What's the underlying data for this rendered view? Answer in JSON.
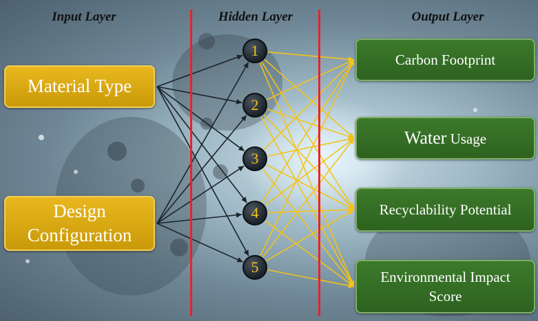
{
  "layers": {
    "input_title": "Input Layer",
    "hidden_title": "Hidden Layer",
    "output_title": "Output Layer"
  },
  "inputs": [
    {
      "label": "Material Type"
    },
    {
      "label_line1": "Design",
      "label_line2": "Configuration"
    }
  ],
  "hidden": [
    "1",
    "2",
    "3",
    "4",
    "5"
  ],
  "outputs": [
    {
      "label": "Carbon Footprint"
    },
    {
      "label_big": "Water",
      "label_rest": " Usage"
    },
    {
      "label": "Recyclability Potential"
    },
    {
      "label_line1": "Environmental Impact",
      "label_line2": "Score"
    }
  ],
  "colors": {
    "input_fill": "#d4a510",
    "output_fill": "#346e25",
    "divider": "#e8222b",
    "input_hidden_links": "#1b232b",
    "hidden_output_links": "#f3c319",
    "node_number": "#f1c21b"
  }
}
